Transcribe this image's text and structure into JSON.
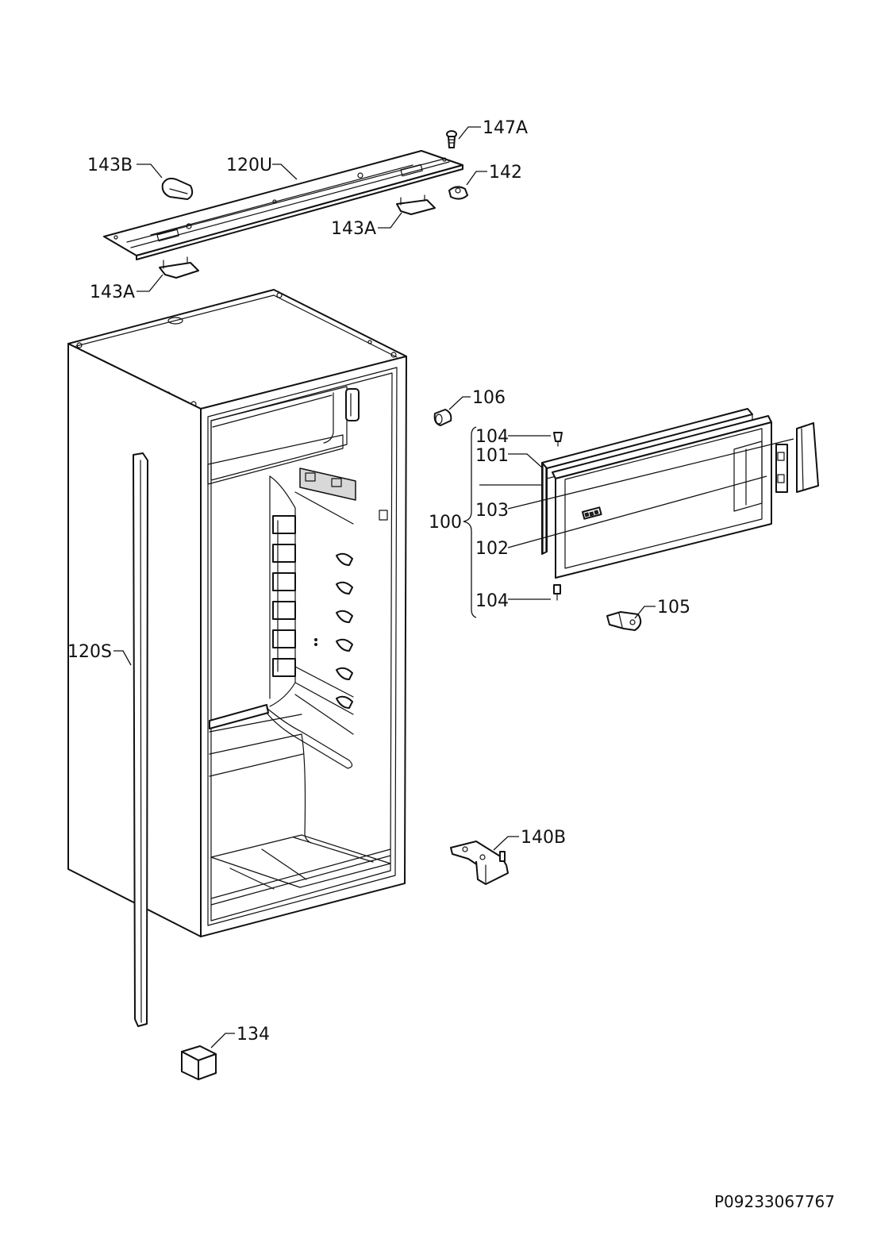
{
  "labels": {
    "l147A": "147A",
    "l143B": "143B",
    "l120U": "120U",
    "l142": "142",
    "l143A_top": "143A",
    "l143A_left": "143A",
    "l106": "106",
    "l104_top": "104",
    "l101": "101",
    "l100": "100",
    "l103": "103",
    "l102": "102",
    "l104_bottom": "104",
    "l105": "105",
    "l120S": "120S",
    "l140B": "140B",
    "l134": "134"
  },
  "document_code": "P09233067767"
}
